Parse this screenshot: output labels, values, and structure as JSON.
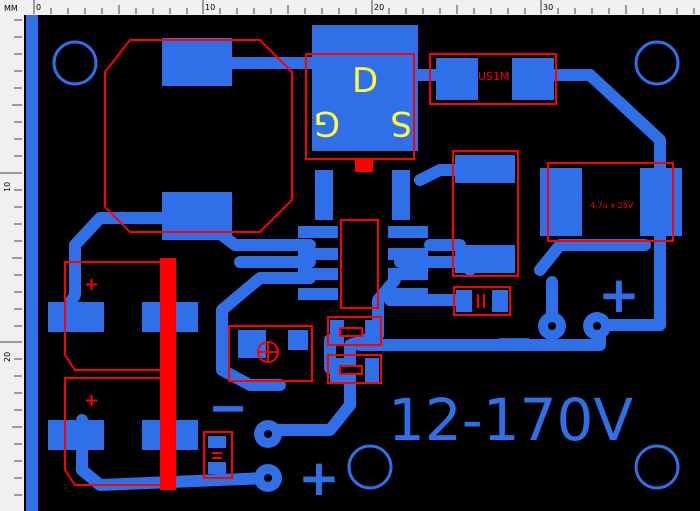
{
  "ruler": {
    "unit": "MM",
    "top_ticks": [
      "0",
      "10",
      "20",
      "30"
    ],
    "left_ticks": [
      "10",
      "20"
    ]
  },
  "board": {
    "voltage_label": "12-170V",
    "minus_symbol_output": "−",
    "plus_symbol_output": "+",
    "minus_symbol_input": "−",
    "plus_symbol_input": "+"
  },
  "components": {
    "mosfet_drain": "D",
    "mosfet_gate": "G",
    "mosfet_source": "S",
    "diode_name": "US1M",
    "capacitor_value": "4,7u x 25V",
    "elcap_plus_top": "+",
    "elcap_plus_bottom": "+"
  },
  "colors": {
    "board": "#000000",
    "copper": "#2f6fe8",
    "silkscreen": "#ff0000",
    "text": "#ffff40",
    "ruler": "#f0f0f0"
  }
}
